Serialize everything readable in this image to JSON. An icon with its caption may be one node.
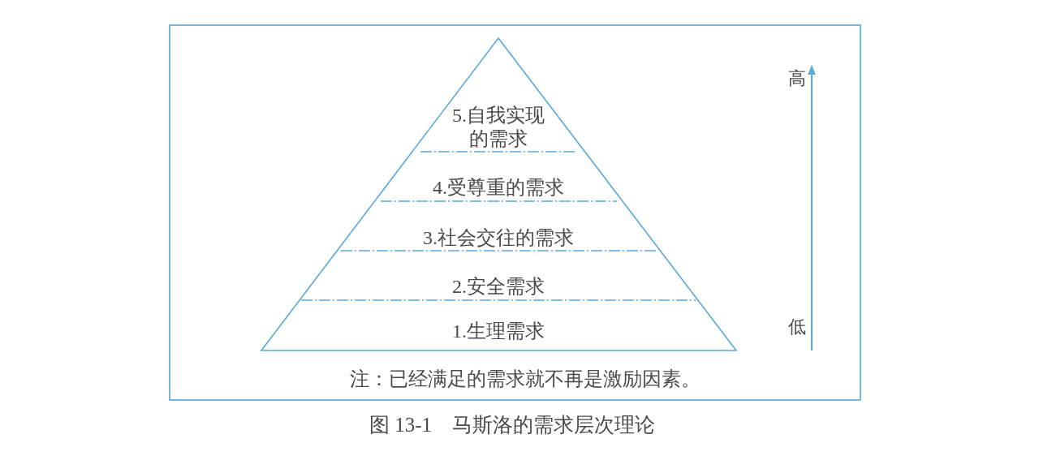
{
  "diagram": {
    "caption": "图 13-1　马斯洛的需求层次理论",
    "nodes": [
      {
        "text": [
          "5.自我实现的需求"
        ]
      },
      {
        "text": [
          "4.受尊重的需求"
        ]
      },
      {
        "text": [
          "3.社会交往的需求"
        ]
      },
      {
        "text": [
          "2.安全需求"
        ]
      },
      {
        "text": [
          "1.生理需求"
        ]
      }
    ],
    "labels": [
      "高",
      "低",
      "注：已经满足的需求就不再是激励因素。"
    ]
  }
}
